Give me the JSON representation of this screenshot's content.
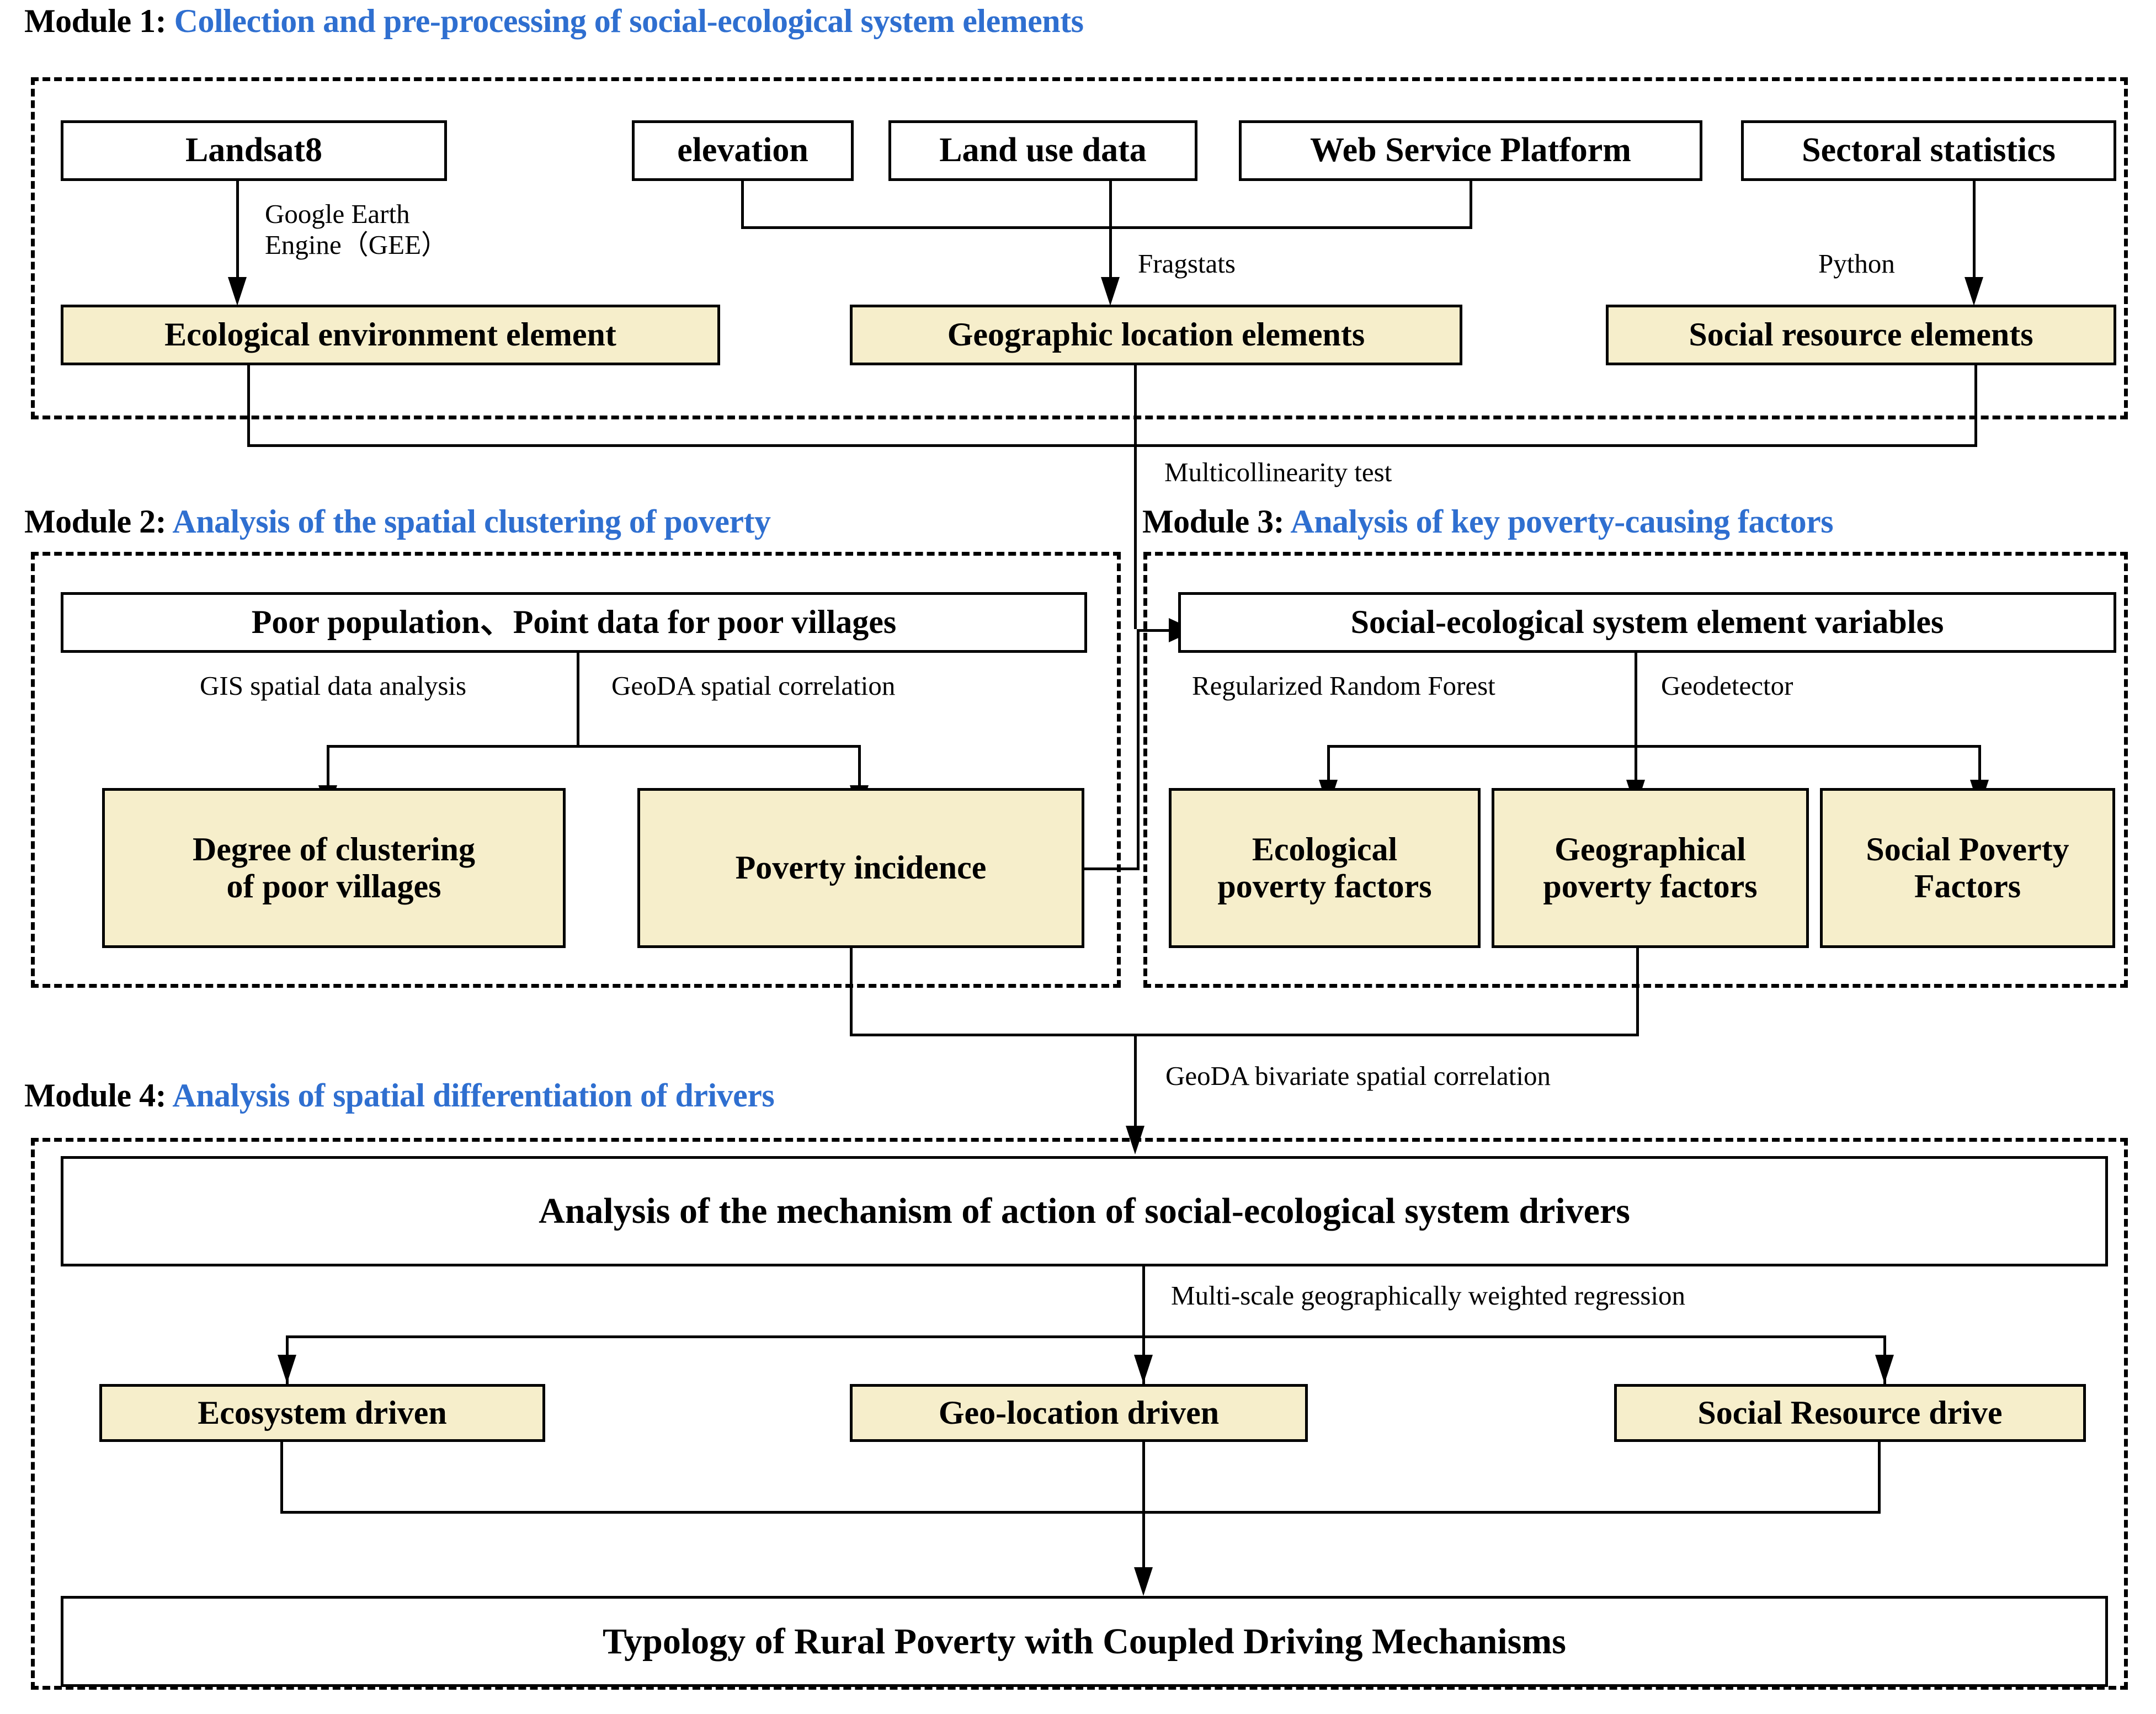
{
  "colors": {
    "accent_blue": "#2f6fd0",
    "box_fill_yellow": "#f6eecb",
    "box_fill_white": "#ffffff",
    "stroke": "#000000"
  },
  "modules": [
    {
      "id": "module-1",
      "prefix": "Module 1:",
      "title": "Collection and pre-processing of social-ecological system elements",
      "sources": [
        {
          "label": "Landsat8"
        },
        {
          "label": "elevation"
        },
        {
          "label": "Land use data"
        },
        {
          "label": "Web Service Platform"
        },
        {
          "label": "Sectoral statistics"
        }
      ],
      "methods": [
        {
          "label": "Google Earth"
        },
        {
          "label": "Engine（GEE）"
        },
        {
          "label": "Fragstats"
        },
        {
          "label": "Python"
        }
      ],
      "outputs": [
        {
          "label": "Ecological environment element"
        },
        {
          "label": "Geographic location elements"
        },
        {
          "label": "Social resource elements"
        }
      ]
    },
    {
      "id": "module-2",
      "prefix": "Module 2:",
      "title": "Analysis of the spatial  clustering of poverty",
      "input": {
        "label": "Poor population、Point data for poor villages"
      },
      "methods": [
        {
          "label": "GIS spatial data analysis"
        },
        {
          "label": "GeoDA spatial correlation"
        }
      ],
      "outputs": [
        {
          "line1": "Degree of clustering",
          "line2": "of poor villages"
        },
        {
          "line1": "Poverty incidence",
          "line2": ""
        }
      ]
    },
    {
      "id": "module-3",
      "prefix": "Module 3:",
      "title": "Analysis of key poverty-causing factors",
      "input": {
        "label": "Social-ecological system element variables"
      },
      "methods": [
        {
          "label": "Regularized Random Forest"
        },
        {
          "label": "Geodetector"
        }
      ],
      "outputs": [
        {
          "line1": "Ecological",
          "line2": "poverty factors"
        },
        {
          "line1": "Geographical",
          "line2": "poverty factors"
        },
        {
          "line1": "Social Poverty",
          "line2": "Factors"
        }
      ]
    },
    {
      "id": "module-4",
      "prefix": "Module 4:",
      "title": "Analysis of spatial differentiation of drivers",
      "input": {
        "label": "Analysis of the mechanism of action of social-ecological system drivers"
      },
      "method": {
        "label": "Multi-scale geographically weighted regression"
      },
      "outputs": [
        {
          "label": "Ecosystem driven"
        },
        {
          "label": "Geo-location driven"
        },
        {
          "label": "Social Resource drive"
        }
      ],
      "final": {
        "label": "Typology of Rural Poverty with Coupled Driving Mechanisms"
      }
    }
  ],
  "cross_edges": [
    {
      "id": "edge-multicollinearity",
      "label": "Multicollinearity test"
    },
    {
      "id": "edge-geoda-bivariate",
      "label": "GeoDA bivariate spatial correlation"
    }
  ]
}
